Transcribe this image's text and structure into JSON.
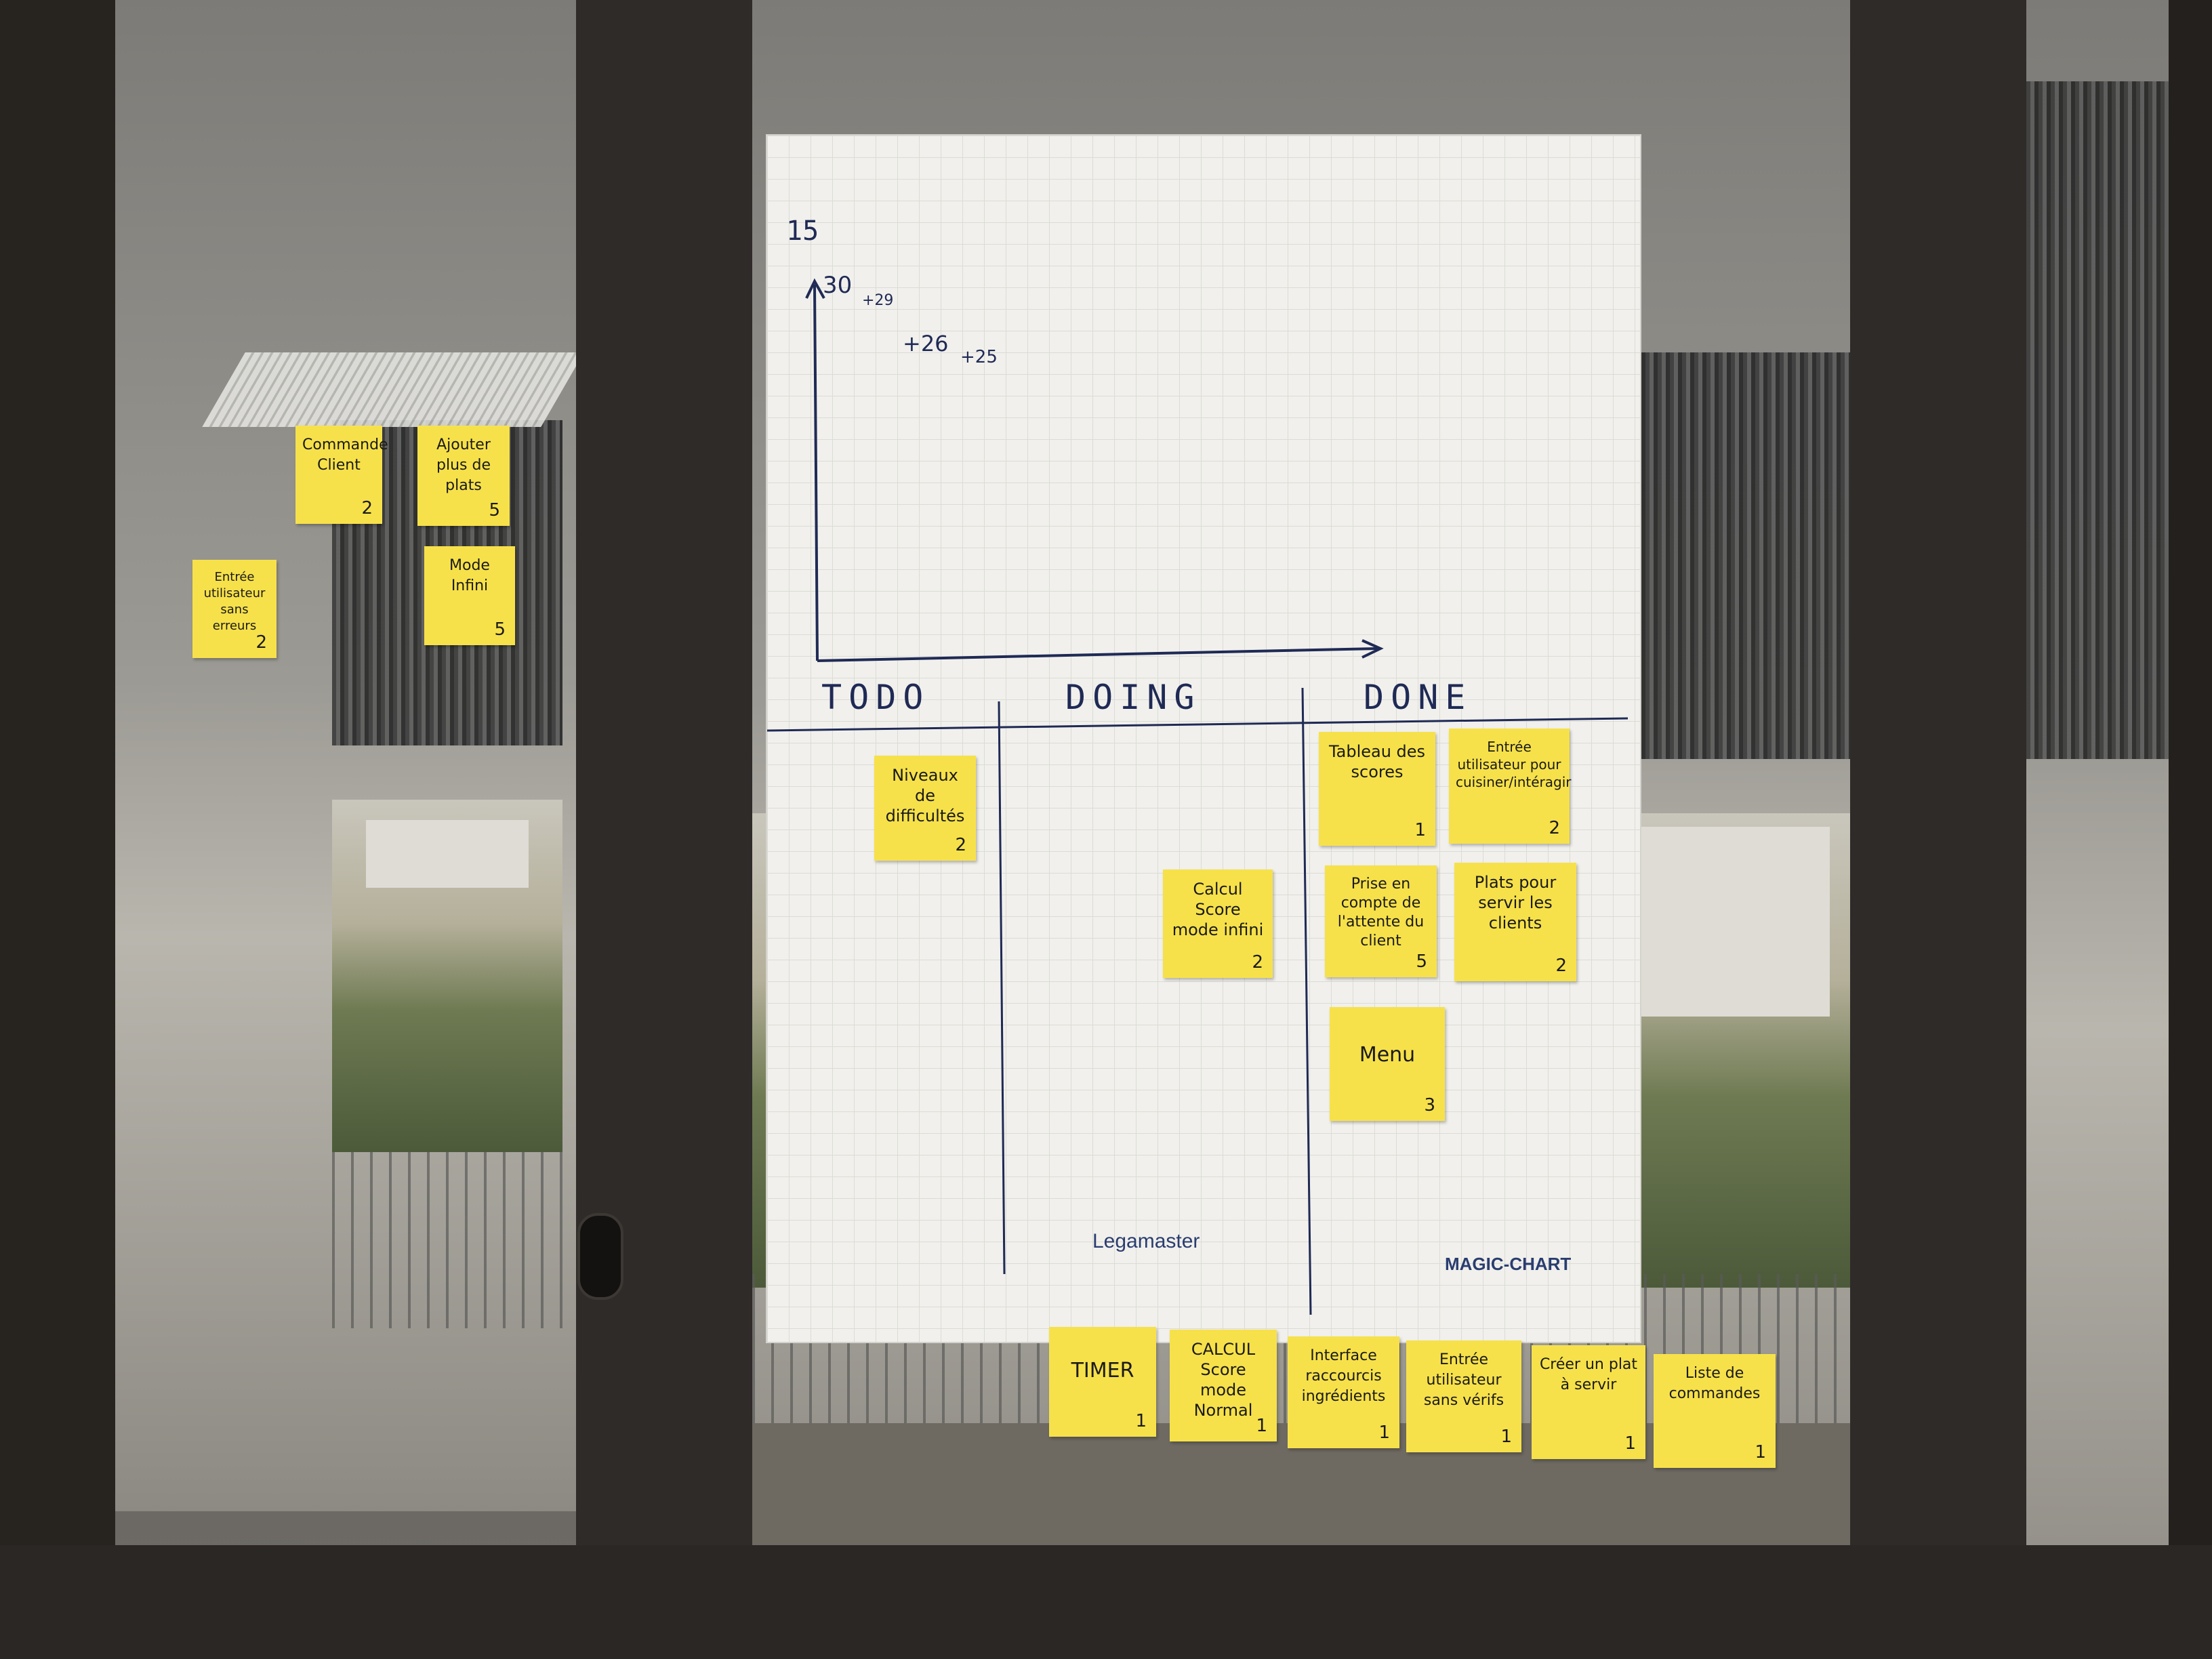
{
  "board": {
    "sprint_number": "15",
    "burndown_points": [
      "30",
      "+29",
      "+26",
      "+25"
    ],
    "columns": [
      "TODO",
      "DOING",
      "DONE"
    ],
    "brand_left": "Legamaster",
    "brand_right": "MAGIC-CHART"
  },
  "todo": [
    {
      "text": "Niveaux de difficultés",
      "points": "2"
    }
  ],
  "doing": [
    {
      "text": "Calcul Score mode infini",
      "points": "2"
    }
  ],
  "done": [
    {
      "text": "Tableau des scores",
      "points": "1"
    },
    {
      "text": "Entrée utilisateur pour cuisiner/intéragir",
      "points": "2"
    },
    {
      "text": "Prise en compte de l'attente du client",
      "points": "5"
    },
    {
      "text": "Plats pour servir les clients",
      "points": "2"
    },
    {
      "text": "Menu",
      "points": "3"
    }
  ],
  "backlog_left": [
    {
      "text": "Commande Client",
      "points": "2"
    },
    {
      "text": "Ajouter plus de plats",
      "points": "5"
    },
    {
      "text": "Mode Infini",
      "points": "5"
    },
    {
      "text": "Entrée utilisateur sans erreurs",
      "points": "2"
    }
  ],
  "backlog_bottom": [
    {
      "text": "TIMER",
      "points": "1"
    },
    {
      "text": "CALCUL Score mode Normal",
      "points": "1"
    },
    {
      "text": "Interface raccourcis ingrédients",
      "points": "1"
    },
    {
      "text": "Entrée utilisateur sans vérifs",
      "points": "1"
    },
    {
      "text": "Créer un plat à servir",
      "points": "1"
    },
    {
      "text": "Liste de commandes",
      "points": "1"
    }
  ],
  "colors": {
    "sticky": "#f7e14a",
    "marker": "#1f2a55",
    "paper": "#f1f0ec"
  }
}
